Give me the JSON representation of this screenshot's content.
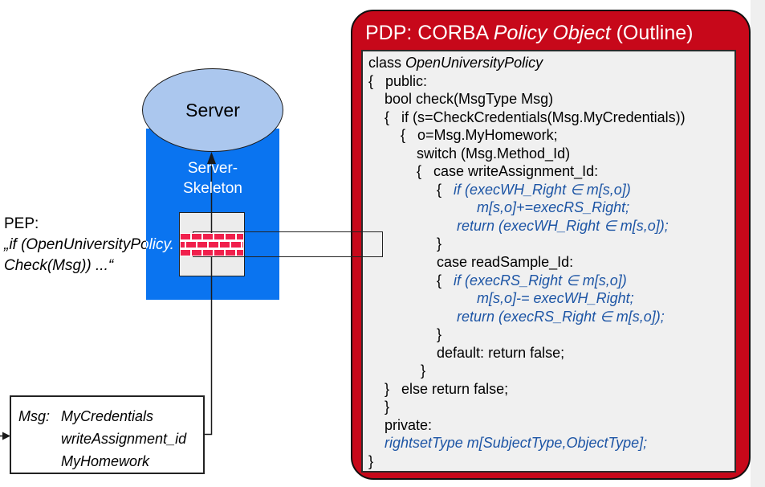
{
  "diagram": {
    "server": {
      "label": "Server",
      "skeleton_lines": [
        "Server-",
        "Skeleton"
      ]
    },
    "pep": {
      "label": "PEP:",
      "lines": [
        "„if (OpenUniversityPolicy.",
        "Check(Msg)) ...“"
      ]
    },
    "msg_box": {
      "label": "Msg:",
      "items": [
        "MyCredentials",
        "writeAssignment_id",
        "MyHomework"
      ]
    }
  },
  "pdp_panel": {
    "title_prefix": "PDP: CORBA ",
    "title_italic": "Policy Object",
    "title_suffix": " (Outline)",
    "code_lines": [
      [
        {
          "t": "class ",
          "s": "n"
        },
        {
          "t": "OpenUniversityPolicy",
          "s": "i"
        }
      ],
      [
        {
          "t": "{   public:",
          "s": "n"
        }
      ],
      [
        {
          "t": "    bool check(MsgType Msg)",
          "s": "n"
        }
      ],
      [
        {
          "t": "    {   if (s=CheckCredentials(Msg.MyCredentials))",
          "s": "n"
        }
      ],
      [
        {
          "t": "        {   o=Msg.MyHomework;",
          "s": "n"
        }
      ],
      [
        {
          "t": "            switch (Msg.Method_Id)",
          "s": "n"
        }
      ],
      [
        {
          "t": "            {   case writeAssignment_Id:",
          "s": "n"
        }
      ],
      [
        {
          "t": "                 {   ",
          "s": "n"
        },
        {
          "t": "if (execWH_Right ∈ m[s,o])",
          "s": "b"
        }
      ],
      [
        {
          "t": "                           ",
          "s": "n"
        },
        {
          "t": "m[s,o]+=execRS_Right;",
          "s": "b"
        }
      ],
      [
        {
          "t": "                      ",
          "s": "n"
        },
        {
          "t": "return (execWH_Right ∈ m[s,o]);",
          "s": "b"
        }
      ],
      [
        {
          "t": "                 }",
          "s": "n"
        }
      ],
      [
        {
          "t": "                 case readSample_Id:",
          "s": "n"
        }
      ],
      [
        {
          "t": "                 {   ",
          "s": "n"
        },
        {
          "t": "if (execRS_Right ∈ m[s,o])",
          "s": "b"
        }
      ],
      [
        {
          "t": "                           ",
          "s": "n"
        },
        {
          "t": "m[s,o]-= execWH_Right;",
          "s": "b"
        }
      ],
      [
        {
          "t": "                      ",
          "s": "n"
        },
        {
          "t": "return (execRS_Right ∈ m[s,o]);",
          "s": "b"
        }
      ],
      [
        {
          "t": "                 }",
          "s": "n"
        }
      ],
      [
        {
          "t": "                 default: return false;",
          "s": "n"
        }
      ],
      [
        {
          "t": "             }",
          "s": "n"
        }
      ],
      [
        {
          "t": "    }   else return false;",
          "s": "n"
        }
      ],
      [
        {
          "t": "    }",
          "s": "n"
        }
      ],
      [
        {
          "t": "    private:",
          "s": "n"
        }
      ],
      [
        {
          "t": "    ",
          "s": "n"
        },
        {
          "t": "rightsetType m[SubjectType,ObjectType];",
          "s": "b"
        }
      ],
      [
        {
          "t": "}",
          "s": "n"
        }
      ]
    ]
  },
  "colors": {
    "pdp_red": "#c7081a",
    "skeleton_blue": "#0a74f0",
    "server_ellipse_blue": "#abc7ee",
    "code_blue": "#1d55a5",
    "brick_red": "#f0204c",
    "panel_gray": "#f0f0f0"
  }
}
